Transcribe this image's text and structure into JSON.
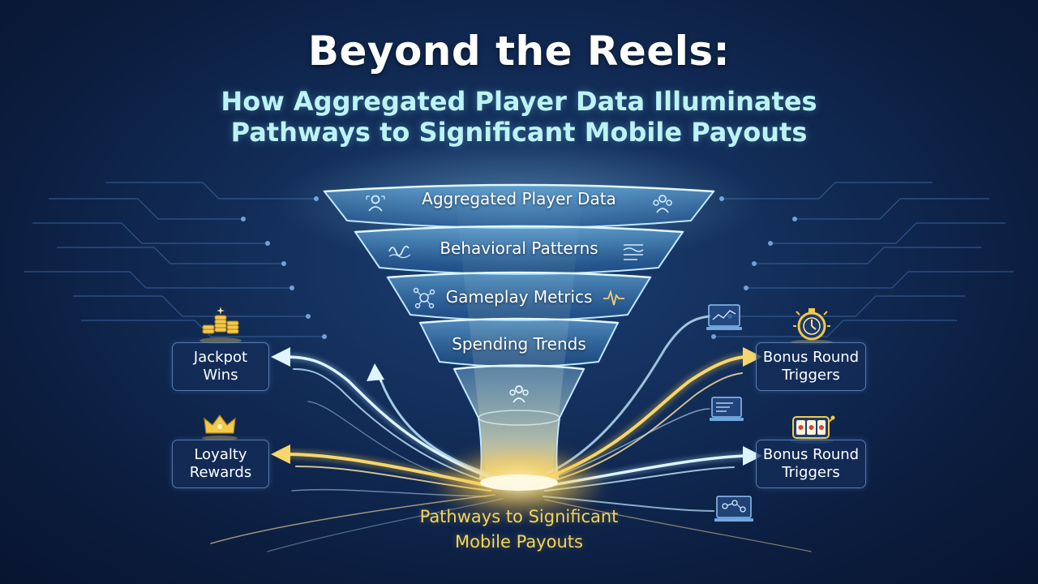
{
  "title": {
    "main": "Beyond the Reels:",
    "subtitle_line1": "How Aggregated Player Data Illuminates",
    "subtitle_line2": "Pathways to Significant Mobile Payouts"
  },
  "funnel": {
    "stages": [
      {
        "label": "Aggregated Player Data",
        "icon_left": "users-icon",
        "icon_right": "user-group-icon"
      },
      {
        "label": "Behavioral Patterns",
        "icon_left": "wave-icon",
        "icon_right": "lines-icon"
      },
      {
        "label": "Gameplay Metrics",
        "icon_left": "network-icon",
        "icon_right": "pulse-icon"
      },
      {
        "label": "Spending Trends",
        "icon_left": "",
        "icon_right": ""
      }
    ],
    "spout_icon": "user-group-icon"
  },
  "outcomes": {
    "left": [
      {
        "line1": "Jackpot",
        "line2": "Wins",
        "icon": "coin-stack-icon"
      },
      {
        "line1": "Loyalty",
        "line2": "Rewards",
        "icon": "crown-icon"
      }
    ],
    "right": [
      {
        "line1": "Bonus Round",
        "line2": "Triggers",
        "icon": "stopwatch-icon"
      },
      {
        "line1": "Bonus Round",
        "line2": "Triggers",
        "icon": "slot-machine-icon"
      }
    ]
  },
  "payout": {
    "line1": "Pathways to Significant",
    "line2": "Mobile Payouts"
  },
  "colors": {
    "background": "#122c57",
    "gold": "#f3c94a",
    "light_blue": "#bfe8ff",
    "title_cyan": "#bdf3f7"
  }
}
